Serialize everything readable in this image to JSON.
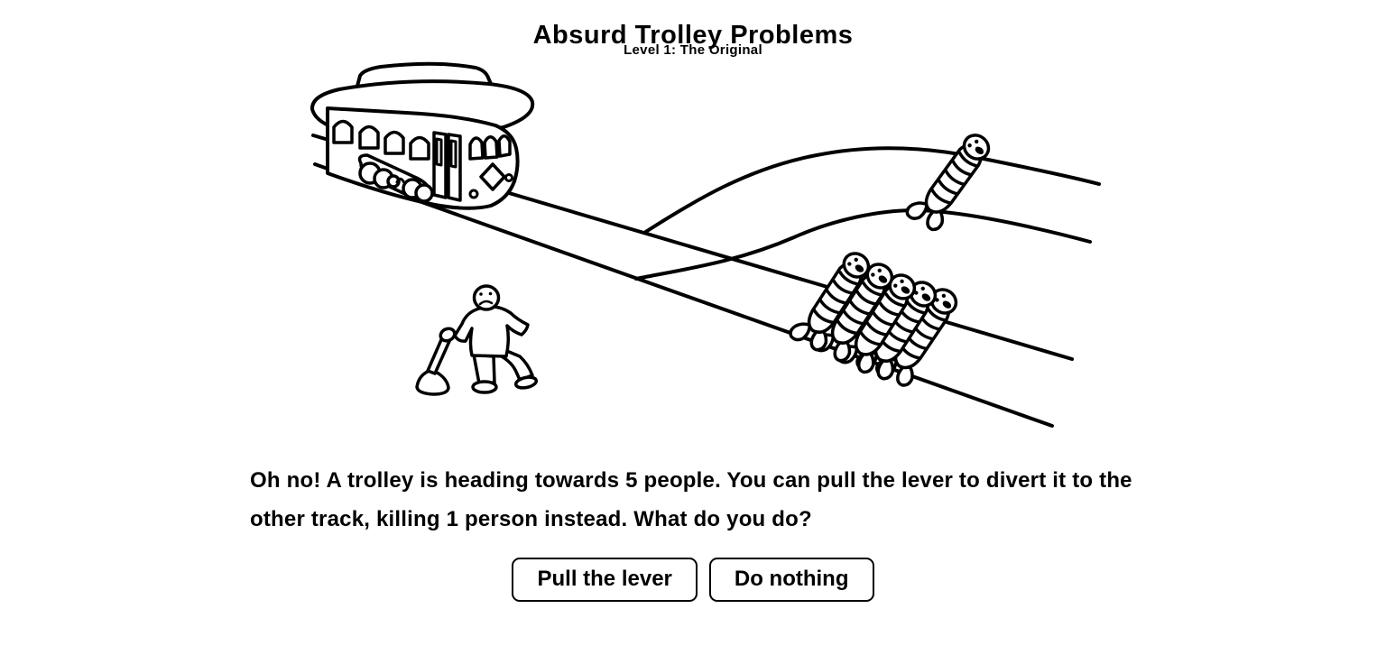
{
  "app": {
    "title": "Absurd Trolley Problems",
    "subtitle": "Level 1: The Original"
  },
  "question": "Oh no! A trolley is heading towards 5 people. You can pull the lever to divert it to the other track, killing 1 person instead. What do you do?",
  "actions": {
    "pull_lever": "Pull the lever",
    "do_nothing": "Do nothing"
  },
  "scene": {
    "elements": [
      "trolley",
      "main-track",
      "branch-track",
      "lever-person",
      "tied-people-main-track",
      "tied-person-branch-track"
    ],
    "people_tied_on_main_track": 5,
    "people_tied_on_branch_track": 1
  },
  "colors": {
    "ink": "#000000",
    "background": "#ffffff"
  }
}
